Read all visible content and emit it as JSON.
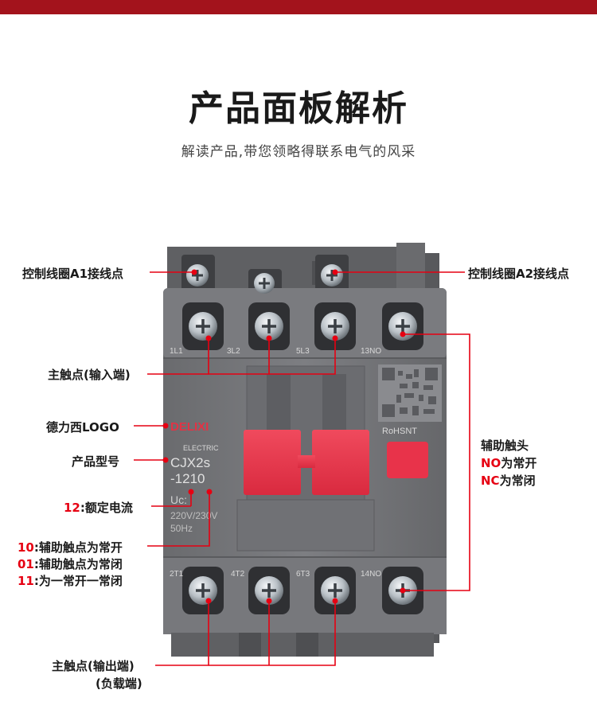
{
  "page": {
    "title": "产品面板解析",
    "subtitle": "解读产品,带您领略得联系电气的风采"
  },
  "colors": {
    "accent": "#e60012",
    "banner": "#a3131c",
    "device_body": "#6e6f72",
    "device_panel": "#7b7c80",
    "button": "#e8334a"
  },
  "device": {
    "terminals_top": [
      "1L1",
      "3L2",
      "5L3",
      "13NO"
    ],
    "terminals_bottom": [
      "2T1",
      "4T2",
      "6T3",
      "14NO"
    ],
    "brand": "DELIXI",
    "brand_sub": "ELECTRIC",
    "model_line1": "CJX2s",
    "model_line2": "-1210",
    "voltage_label": "Uc:",
    "voltage": "220V/230V",
    "frequency": "50Hz",
    "cert": "RoHSNT"
  },
  "annotations": {
    "coil_a1": "控制线圈A1接线点",
    "coil_a2": "控制线圈A2接线点",
    "main_in": "主触点(输入端)",
    "logo": "德力西LOGO",
    "model": "产品型号",
    "current_num": "12",
    "current_text": ":额定电流",
    "aux_no_num": "10",
    "aux_no_text": ":辅助触点为常开",
    "aux_nc_num": "01",
    "aux_nc_text": ":辅助触点为常闭",
    "aux_mix_num": "11",
    "aux_mix_text": ":为一常开一常闭",
    "aux_head": "辅助触头",
    "no_code": "NO",
    "no_text": "为常开",
    "nc_code": "NC",
    "nc_text": "为常闭",
    "main_out_1": "主触点(输出端)",
    "main_out_2": "(负载端)"
  }
}
